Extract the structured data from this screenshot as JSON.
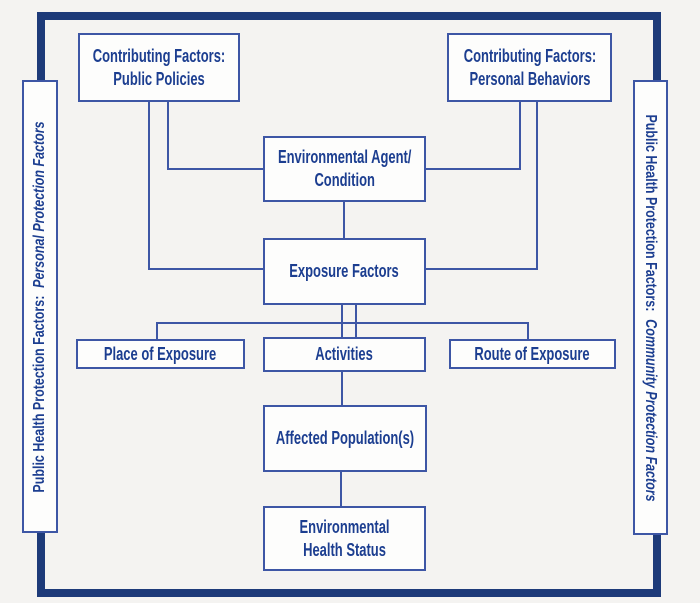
{
  "palette": {
    "background": "#f4f3f1",
    "frame_border": "#1d3a79",
    "box_border": "#3d56a5",
    "text": "#1c3e90",
    "box_fill": "#fdfdfc"
  },
  "sidebar_left": {
    "prefix": "Public Health Protection Factors:",
    "emphasis": "Personal Protection Factors"
  },
  "sidebar_right": {
    "prefix": "Public Health Protection Factors:",
    "emphasis": "Community Protection Factors"
  },
  "boxes": {
    "public_policies": {
      "lines": [
        "Contributing Factors:",
        "Public Policies"
      ]
    },
    "personal_behaviors": {
      "lines": [
        "Contributing Factors:",
        "Personal Behaviors"
      ]
    },
    "env_agent": {
      "lines": [
        "Environmental Agent/",
        "Condition"
      ]
    },
    "exposure": {
      "label": "Exposure Factors"
    },
    "place": {
      "label": "Place of Exposure"
    },
    "activities": {
      "label": "Activities"
    },
    "route": {
      "label": "Route of Exposure"
    },
    "affected": {
      "label": "Affected Population(s)"
    },
    "env_health": {
      "lines": [
        "Environmental",
        "Health Status"
      ]
    }
  }
}
